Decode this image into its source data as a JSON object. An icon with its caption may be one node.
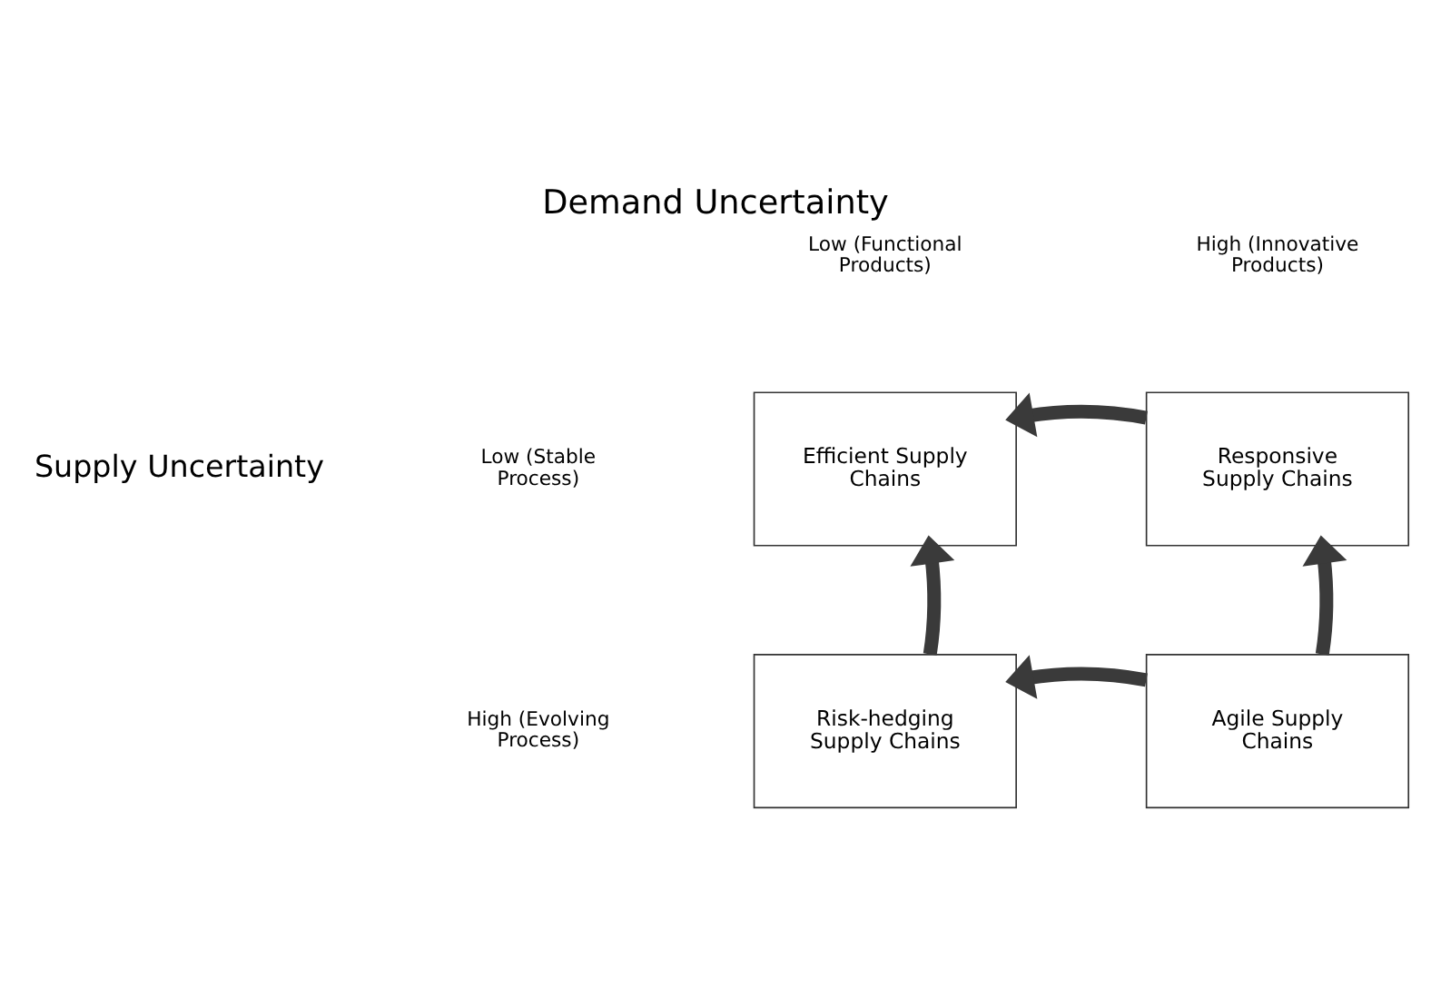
{
  "diagram": {
    "title": "Demand Uncertainty",
    "nodes": [
      {
        "text": [
          "Efficient Supply Chains"
        ]
      },
      {
        "text": [
          "Responsive Supply Chains"
        ]
      },
      {
        "text": [
          "Risk-hedging Supply Chains"
        ]
      },
      {
        "text": [
          "Agile Supply Chains"
        ]
      }
    ],
    "edges": [
      {
        "from": 1,
        "to": 0,
        "arrow": "to"
      },
      {
        "from": 2,
        "to": 0,
        "arrow": "to"
      },
      {
        "from": 3,
        "to": 1,
        "arrow": "to"
      },
      {
        "from": 3,
        "to": 2,
        "arrow": "to"
      }
    ],
    "labels": [
      "Low (Functional Products)",
      "High (Innovative Products)",
      "Supply Uncertainty",
      "Low (Stable Process)",
      "High (Evolving Process)"
    ]
  }
}
